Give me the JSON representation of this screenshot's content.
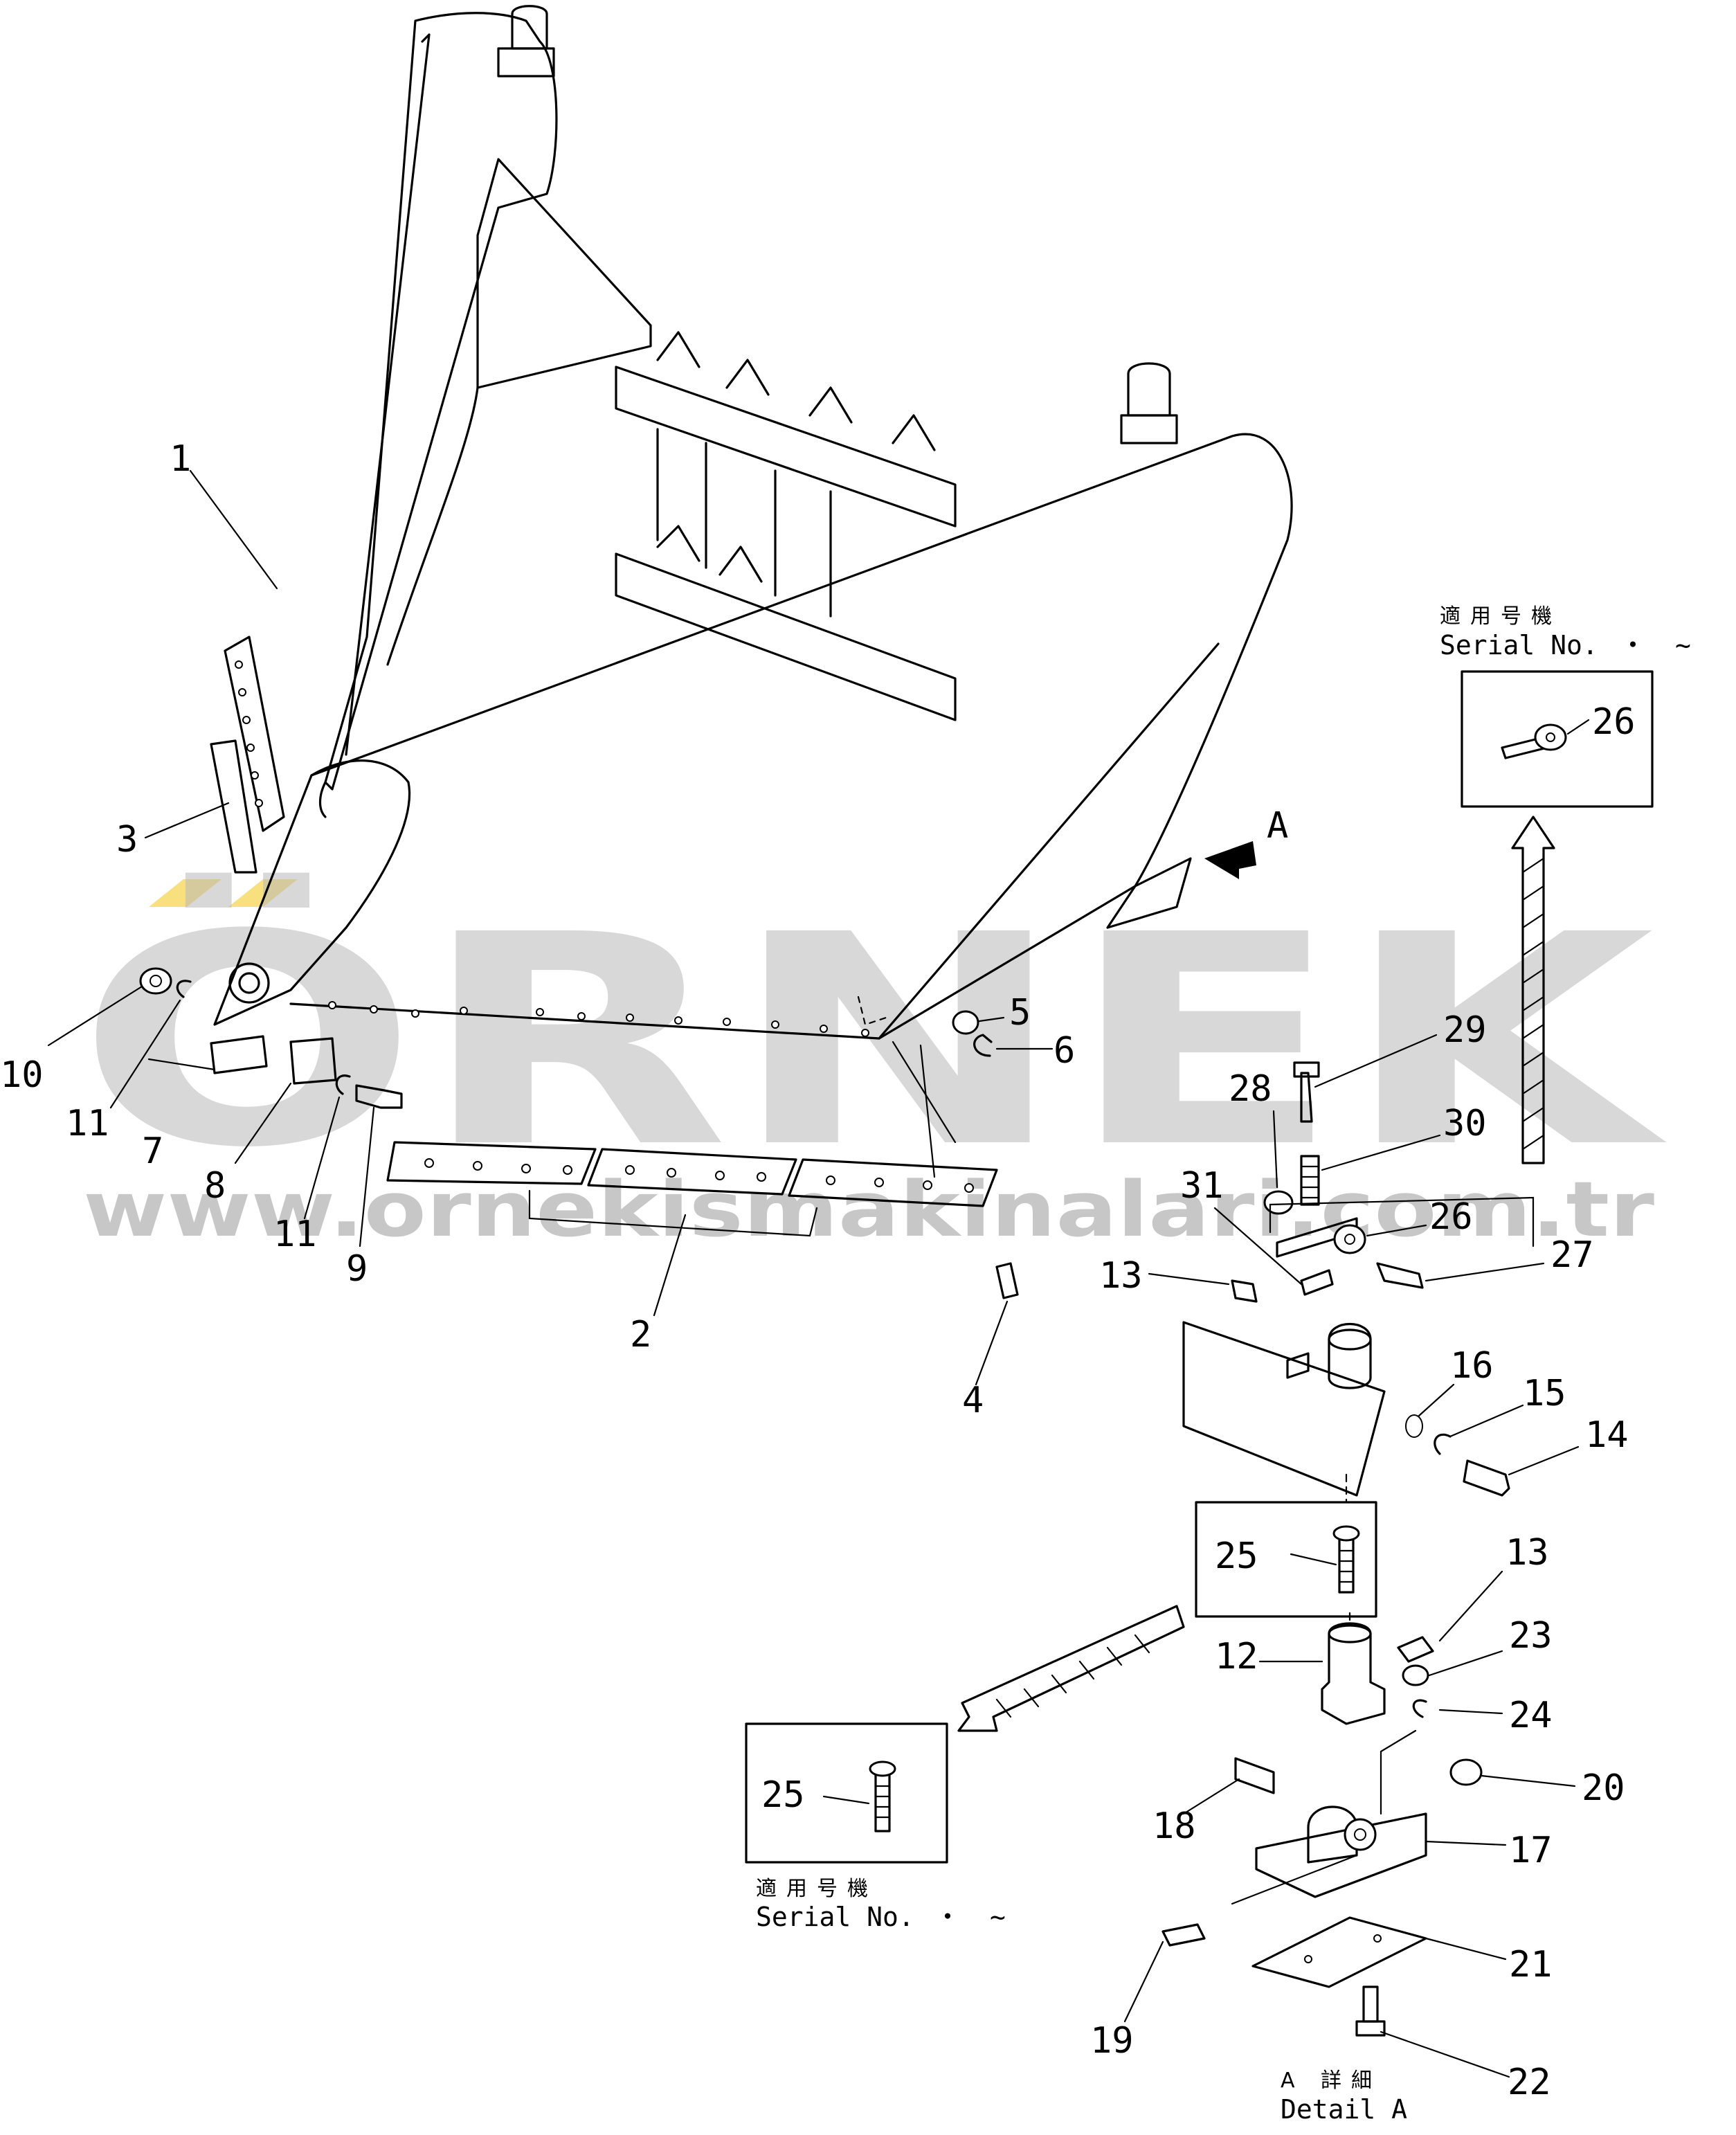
{
  "callouts": {
    "c1": "1",
    "c2": "2",
    "c3": "3",
    "c4": "4",
    "c5": "5",
    "c6": "6",
    "c7": "7",
    "c8": "8",
    "c9": "9",
    "c10": "10",
    "c11a": "11",
    "c11b": "11",
    "c12": "12",
    "c13a": "13",
    "c13b": "13",
    "c14": "14",
    "c15": "15",
    "c16": "16",
    "c17": "17",
    "c18": "18",
    "c19": "19",
    "c20": "20",
    "c21": "21",
    "c22": "22",
    "c23": "23",
    "c24": "24",
    "c25a": "25",
    "c25b": "25",
    "c26a": "26",
    "c26b": "26",
    "c27": "27",
    "c28": "28",
    "c29": "29",
    "c30": "30",
    "c31": "31"
  },
  "view_marker": "A",
  "serial_top": {
    "jp": "適用号機",
    "en": "Serial No.",
    "dot": "・",
    "tilde": "~"
  },
  "serial_bottom": {
    "jp": "適用号機",
    "en": "Serial No.",
    "dot": "・",
    "tilde": "~"
  },
  "detail": {
    "jp": "A 詳細",
    "en": "Detail A"
  },
  "watermark": {
    "logo": "ÖRNEK",
    "url": "www.ornekismakinalari.com.tr"
  },
  "colors": {
    "line": "#000000",
    "watermark": "#b9b9b9",
    "accent": "#f2c200"
  }
}
